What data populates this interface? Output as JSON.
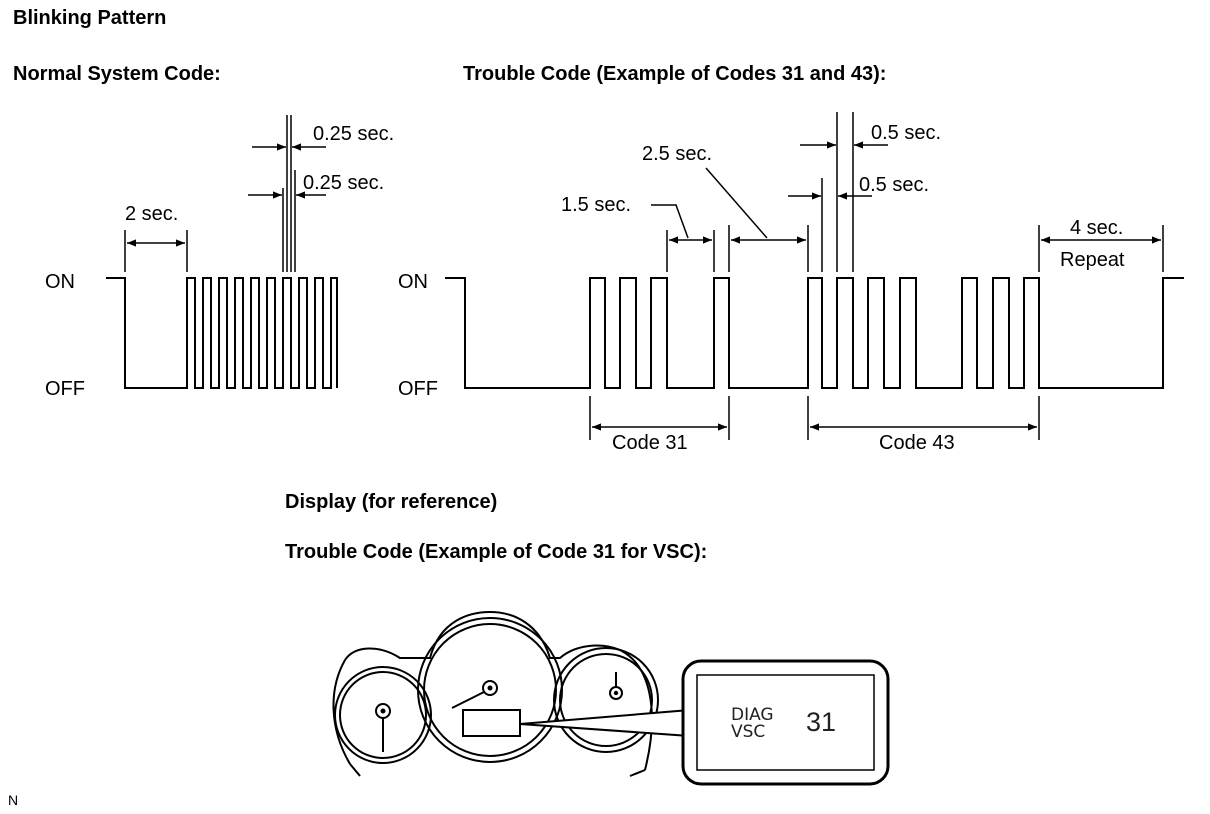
{
  "headings": {
    "blinking_pattern": "Blinking Pattern",
    "normal_system_code": "Normal System Code:",
    "trouble_code_example": "Trouble Code (Example of Codes 31 and 43):",
    "display_reference": "Display (for reference)",
    "trouble_code_vsc": "Trouble Code (Example of Code 31 for VSC):"
  },
  "normal": {
    "on_label": "ON",
    "off_label": "OFF",
    "t_2sec": "2 sec.",
    "t_025_on": "0.25 sec.",
    "t_025_off": "0.25 sec."
  },
  "trouble": {
    "on_label": "ON",
    "off_label": "OFF",
    "t_15sec": "1.5 sec.",
    "t_25sec": "2.5 sec.",
    "t_05_on": "0.5 sec.",
    "t_05_off": "0.5 sec.",
    "t_4sec": "4 sec.",
    "repeat": "Repeat",
    "code31": "Code 31",
    "code43": "Code 43"
  },
  "display": {
    "diag": "DIAG",
    "vsc": "VSC",
    "code": "31"
  },
  "corner_mark": "N"
}
